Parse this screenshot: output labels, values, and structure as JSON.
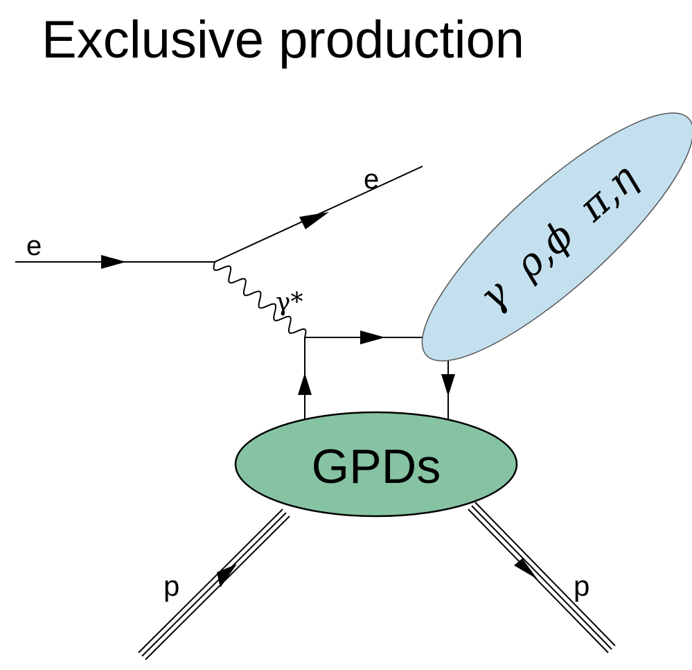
{
  "title": "Exclusive production",
  "labels": {
    "incoming_electron": "e",
    "outgoing_electron": "e",
    "virtual_photon": "γ*",
    "proton_in": "p",
    "proton_out": "p",
    "gpd_blob": "GPDs",
    "final_states": "γ  ρ,ϕ  π,η"
  },
  "colors": {
    "gpd_blob_fill": "#86c3a2",
    "final_state_blob_fill": "#c4e0ef",
    "line": "#000000"
  }
}
